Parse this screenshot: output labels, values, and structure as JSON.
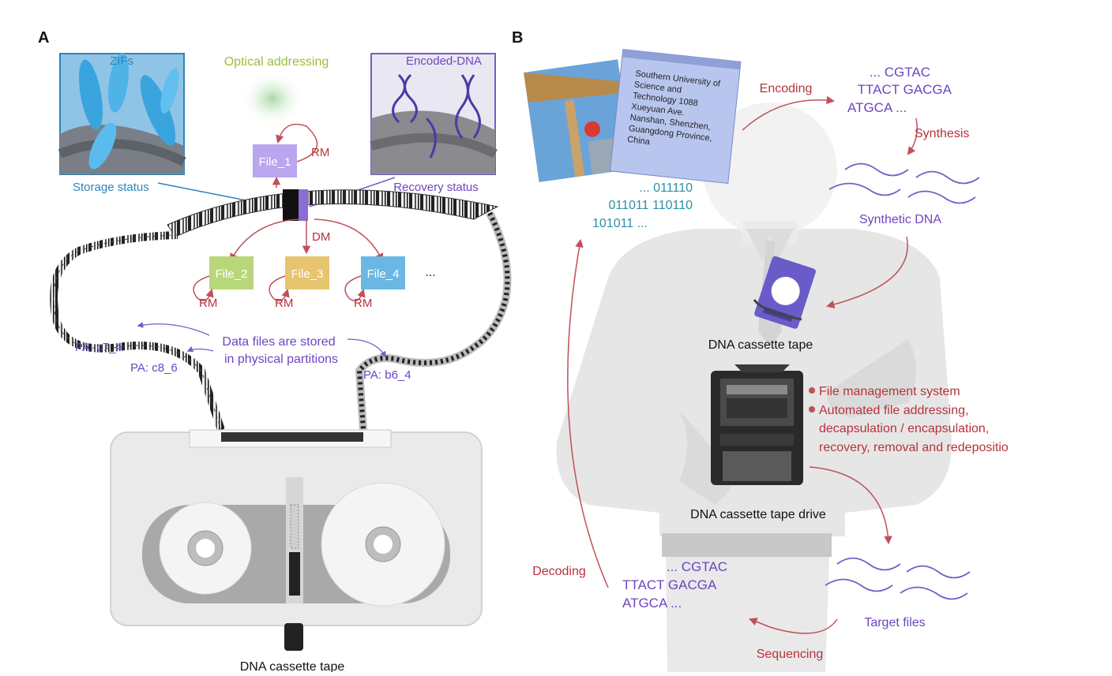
{
  "panel_a": {
    "letter": "A",
    "zifs_label": "ZIFs",
    "optical_label": "Optical addressing",
    "encoded_label": "Encoded-DNA",
    "storage_label": "Storage status",
    "recovery_label": "Recovery status",
    "file1": "File_1",
    "file2": "File_2",
    "file3": "File_3",
    "file4": "File_4",
    "ellipsis": "...",
    "rm": "RM",
    "dm": "DM",
    "stored_line1": "Data files are stored",
    "stored_line2": "in physical partitions",
    "pa1": "PA: c7_4",
    "pa2": "PA: c8_6",
    "pa3": "PA: b6_4",
    "tape_label": "DNA cassette tape",
    "colors": {
      "file1": "#b9a6ee",
      "file2": "#b8d77a",
      "file3": "#e8c46e",
      "file4": "#6bb7e3"
    }
  },
  "panel_b": {
    "letter": "B",
    "address_lines": [
      "Southern University of",
      "Science and",
      "Technology 1088",
      "Xueyuan Ave.",
      "Nanshan, Shenzhen,",
      "Guangdong Province,",
      "China"
    ],
    "encoding": "Encoding",
    "seq_top": [
      "... CGTAC",
      "TTACT GACGA",
      "ATGCA ..."
    ],
    "synthesis": "Synthesis",
    "synthetic_dna": "Synthetic DNA",
    "binary": [
      "... 011110",
      "011011 110110",
      "101011 ..."
    ],
    "cassette_label": "DNA cassette tape",
    "features": [
      "File management system",
      "Automated file addressing,",
      "decapsulation / encapsulation,",
      "recovery, removal and redepositio"
    ],
    "drive_label": "DNA cassette tape drive",
    "decoding": "Decoding",
    "seq_bottom": [
      "... CGTAC",
      "TTACT GACGA",
      "ATGCA ..."
    ],
    "target_files": "Target files",
    "sequencing": "Sequencing"
  }
}
